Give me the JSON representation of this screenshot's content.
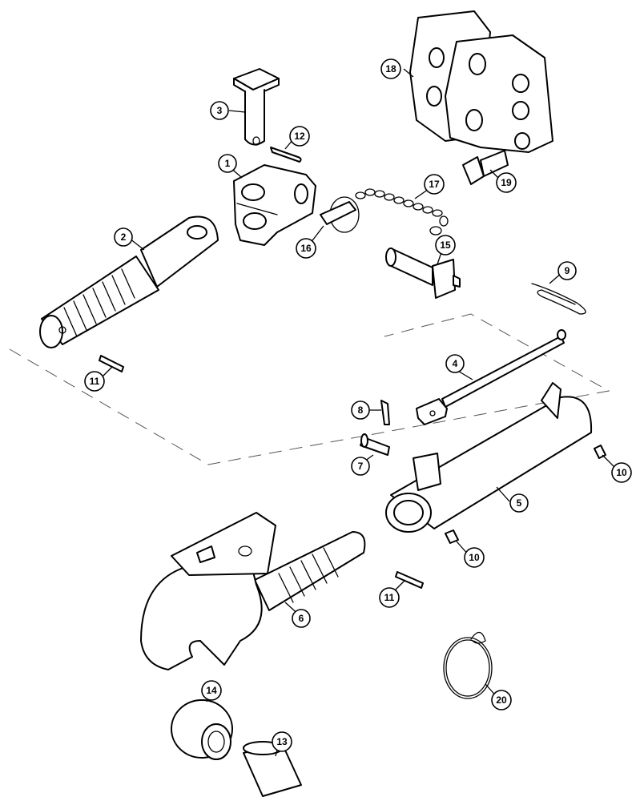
{
  "callouts": [
    {
      "id": "1",
      "label": "1"
    },
    {
      "id": "2",
      "label": "2"
    },
    {
      "id": "3",
      "label": "3"
    },
    {
      "id": "4",
      "label": "4"
    },
    {
      "id": "5",
      "label": "5"
    },
    {
      "id": "6",
      "label": "6"
    },
    {
      "id": "7",
      "label": "7"
    },
    {
      "id": "8",
      "label": "8"
    },
    {
      "id": "9",
      "label": "9"
    },
    {
      "id": "10a",
      "label": "10"
    },
    {
      "id": "10b",
      "label": "10"
    },
    {
      "id": "11a",
      "label": "11"
    },
    {
      "id": "11b",
      "label": "11"
    },
    {
      "id": "12",
      "label": "12"
    },
    {
      "id": "13",
      "label": "13"
    },
    {
      "id": "14",
      "label": "14"
    },
    {
      "id": "15",
      "label": "15"
    },
    {
      "id": "16",
      "label": "16"
    },
    {
      "id": "17",
      "label": "17"
    },
    {
      "id": "18",
      "label": "18"
    },
    {
      "id": "19",
      "label": "19"
    },
    {
      "id": "20",
      "label": "20"
    }
  ]
}
